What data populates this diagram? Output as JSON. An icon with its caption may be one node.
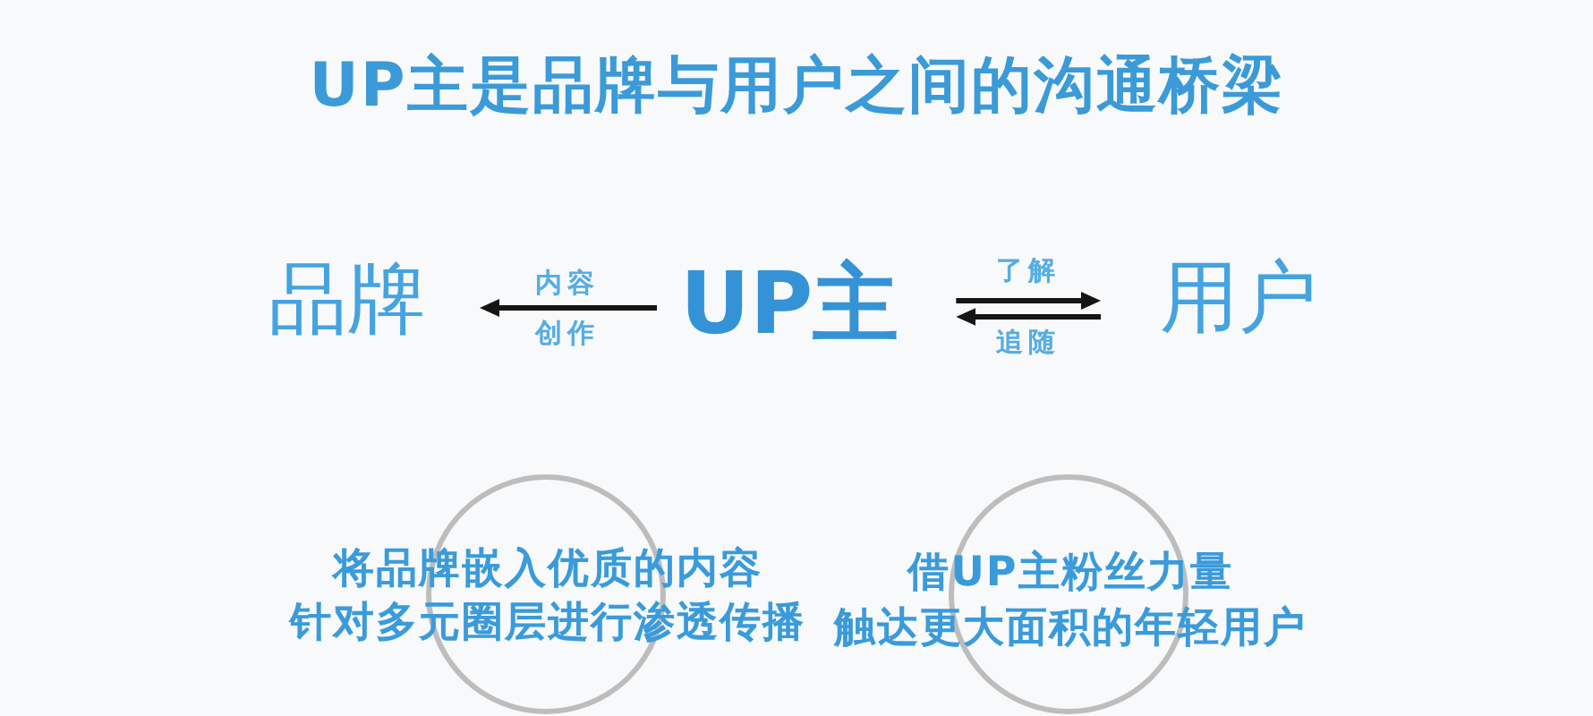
{
  "diagram": {
    "title": "UP主是品牌与用户之间的沟通桥梁",
    "nodes": [
      {
        "text": [
          "品牌"
        ]
      },
      {
        "text": [
          "UP主"
        ]
      },
      {
        "text": [
          "用户"
        ]
      },
      {
        "text": [],
        "shape": "circle"
      },
      {
        "text": [],
        "shape": "circle"
      }
    ],
    "edges": [
      {
        "from": 1,
        "to": 0,
        "arrow": "to",
        "label": "内容创作"
      },
      {
        "from": 1,
        "to": 2,
        "arrow": "to",
        "label": "了解"
      },
      {
        "from": 2,
        "to": 1,
        "arrow": "to",
        "label": "追随"
      }
    ],
    "labels": [
      "将品牌嵌入优质的内容",
      "针对多元圈层进行渗透传播",
      "借UP主粉丝力量",
      "触达更大面积的年轻用户"
    ]
  }
}
